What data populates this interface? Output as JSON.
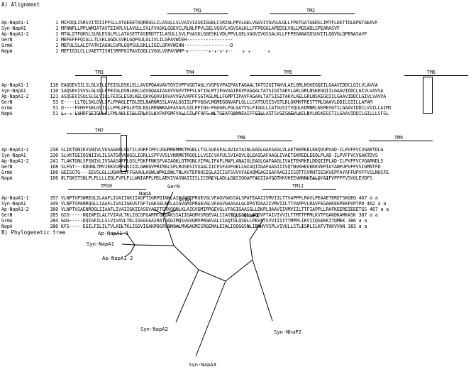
{
  "sections": {
    "alignment": "A) Alignment",
    "tree": "B) Phylogenetic tree"
  },
  "blocks": [
    {
      "tms": [
        "TM1",
        "TM2"
      ],
      "rows": [
        {
          "name": "Ap-NapA1-1",
          "start": "1",
          "seq": "MIFDQLISRSVITDIIPFSLLATAEEETAQRDGSLILASULLSLVAIVIASKIGGELCSRINLPPVLGELVGGVIVGVSULGLLFPETGATAEDSLIMTFLEKTTDLEPGTAEAVF"
        },
        {
          "name": "Syn-NapA1",
          "start": "1",
          "seq": "MFNNPLLPPLWMIATAVTEIAPLVLAVULLSVLFVASKLGGEVCLRLNLPPVLGELVGGVLVGVSALKLLFFPEGGLAPEDSLVQLLMGSADLSPEARASVF"
        },
        {
          "name": "Ap-NapA1-2",
          "start": "1",
          "seq": "MTALQTFQHSLSLNLESGLPLLATASETTASERDTTILASULLSVLFVASKLGGESKLVDLPPVLGELVAGVIVGSSALKLLFFPEGANASDSUVITLQQVGLQPENASAVF"
        },
        {
          "name": "GerN",
          "start": "1",
          "seq": "MEFEFFFQIALLTLSKLAGDLSVRLGQPSULGLIVLILGPAVWIEH-----------------"
        },
        {
          "name": "GrmA",
          "start": "1",
          "seq": "MEFULSLALIFATKIAGHLSVRLGQPSULGKLLIGILGPAVWIHN-----------------D"
        },
        {
          "name": "NapA",
          "start": "1",
          "seq": "MEFIGILCLLVAETTISHISRRFGIPAVIGQLLVGULVGPAVWHP------------------"
        }
      ],
      "cons": "*       * * * *     * *      *"
    },
    {
      "tms": [
        "TM3",
        "TM4",
        "TM5",
        "TM6"
      ],
      "rows": [
        {
          "name": "Ap-NapA1-1",
          "start": "118",
          "seq": "EAQGEVIILSLGLVILLFEIGLDSKLELLAVGPQAAVAVTQVIVPFVGGTAGLYVGFGVPAIPAVFAGAALTATSIGITAKVLAELGRLNSKEGQIILGAAVIDDCLGILVLAVVA"
        },
        {
          "name": "Syn-NapA1",
          "start": "110",
          "seq": "SAQSEVISVSLGLVLLFFEIGLDSNLKELVAVGQAAIAVAVVGVVTPFSLGTIGLMTIFGVAAIPAVFAGAALTATSIGITAKVLAELGRLNSKEGQIILGAAVIDDCLGIVLVAVVA"
        },
        {
          "name": "Ap-NapA1-2",
          "start": "121",
          "seq": "ASQSEVISULSLGLVILLFEIGLESDLKELQAVGQAVIAVAVVGVVAPFFSGTAGLMLLFGMPTIPAVFAGAALTATSIGITAKVLAELGRLNSKEGQIILGAAVIDDCLGIVLVAVVA"
        },
        {
          "name": "GerN",
          "start": "53",
          "seq": "E----LLTQLSKLGVLIFLFMAGLETDLEELNARNRSSLAVALGGIILPFVGGVLMGMEGGNVAFLGLLLCATSUSISVGTLDLGKMKTRESTTMLGAAVLDDILGIILLAFAM"
        },
        {
          "name": "GrmA",
          "start": "51",
          "seq": "Q----FVHVFSELGVILLLFMLAFGLETDLEQLRRNWKAAFAVAVLGILPFIGG-FGUGELFGLGATVSLFIGULLCATSUSITVQULKDMNRLNSRESGTILGAAVIDDCLVVILLAIMI"
        },
        {
          "name": "NapA",
          "start": "51",
          "seq": "L----LVHDFSEIGULLLFMLAVLEIGLERLKSLKVFKPGMFVALLGILPFVFG-WLTGEAFQANNEAIFFGILLATTSVSISVEVLKELNVLNSKEGSTILGAAVIDDILGILLLSFSL"
        }
      ],
      "cons": "** * **   *  *       *   *   *   *         *   *  * ***  *   *       ***  *   * *** *  *"
    },
    {
      "tms": [
        "TM7",
        "TM8",
        "TM9"
      ],
      "rows": [
        {
          "name": "Ap-NapA1-1",
          "start": "238",
          "seq": "SLIKTGNIEVSNIVLVUSAGAFLVGTILVGRFIPFLVGUMNEMMKTRGELLTSLSUFAFALAVIATAINLEAGLGAFAAGLVLAETEKRKELEEQVUPVAD-ILPVFFVCVGARTDLG"
        },
        {
          "name": "Syn-NapA1",
          "start": "230",
          "seq": "SLVKTGEIQSNIIVLILSATGFVVUGSLIGRLLSPFVVSLVNRMKTRGQLLLVSICVAFULSVIAQVLQLEAIGAFAAGLIVAETEKREDLEEQLPLAD-ILPVFFVCVGAKTDVS"
        },
        {
          "name": "Ap-NapA1-2",
          "start": "241",
          "seq": "TLAKTGNLSPSNIVLIVSAASAFFLGSLFGKFFNKSFVAIAQKLQTRGNLVIPALIFAFLMAFLANAIGLEAGLGAFAAGLIVAETEKRKELDDQIIPLAD-ILPVFFVCVGARNDLS"
        },
        {
          "name": "GerN",
          "start": "168",
          "seq": "SLFGT---DDUNLTMVIKKVUFFASIIILGWKGVPRIMALSPLRUSESIVSAALIICFSFAVFGELLGIAQIIGAFAAGIIISQTNVKHEUEKKVEPIAYANFUPVFFVSIGMNTFD"
        },
        {
          "name": "GrmA",
          "start": "166",
          "seq": "GEISGTG---EEVSLGLLUGKKLIFFGAAULAGWLWPKLDWLTNLKVTEPUUSIGLAICIGFSVVVFAEAQMGAGIGAFAAGIIISQTTSVRHTIESKVEPFAYAFFUPVFFVSLNUSFE"
        },
        {
          "name": "NapA",
          "start": "166",
          "seq": "FLTGKSTSNLPLPLLLLEQLFVFLFLLWNIAPPLMSLAEKIVASNAIIISLICGMSYLADLLGSSIGGAFFAGIIAVSQTKKVHEEVHNNVEALGYAIFVPFFFVSVGLEVDFS"
        }
      ],
      "cons": "*                                                    * *   * *       *     *        *  * ***  *"
    },
    {
      "tms": [
        "TM10",
        "TM11"
      ],
      "rows": [
        {
          "name": "Ap-NapA1-1",
          "start": "357",
          "seq": "VLNPTVPSNREGLILAAFLIVAIIGKIIAGFTIGRPDINKLAIGVGMIPRGEVGLVFAGVGASSALSPATEAAIIVMVIILTTVAPPFLRAVLPEAAETERETSKGEG 467 a a"
        },
        {
          "name": "Syn-NapA1",
          "start": "349",
          "seq": "VLNPTSPENRQGLLIAAFLIVAIIGKUSTGFTLGKSELNKLAIGVGMIPRGEVGLVFAGVGAASALGLDPATDAAIIVMVIILTTVAPPVLRAVFEGAKKEEPEKPVPTPD 462 a a"
        },
        {
          "name": "Ap-NapA1-2",
          "start": "360",
          "seq": "VLNPTVSAENRQGLIIAAFLIVAIIGKIIASGVAIFTGTKQQNLKLAIGVGMIPRGEVGLVFAGIGAASGLLDKPLQAAVIIVMVIILTTFIAPPLLRAFKEEREIEEETGS 467 a a"
        },
        {
          "name": "GerN",
          "start": "285",
          "seq": "GIG-----NQIWFILALTVIAVLTKLIGCGFGARMTGFDAKSSAIIGAGMVSRGEVALIIAGTGLSSGLLAQDVFTAIVIVVILTTMTTPPMLKVTFGAKDKAMKASK 387 a a"
        },
        {
          "name": "GrmA",
          "start": "284",
          "seq": "GUG-----DQIGFILLSLVIVAVLTKLIGSGVAAIRATGQGIMQSVGVGMVPRGEVALIIAQTGLQSELLPEVFTSVVIIIITTMPPLIKVIIQSEKKITQMEK 386 a a"
        },
        {
          "name": "NapA",
          "start": "286",
          "seq": "KFS-----EGILFILILTVLAILTKLIGGVIGAKFSSFSSNSALMVGAGMISRGEMALIIALIQQGGSNLIENHVVSPLVIVULLSTLISPLILKFVTKKVVAN 383 a a"
        }
      ],
      "cons": "*           ** *** **  *           * *       *  **              * *"
    }
  ],
  "tree": {
    "leaves": [
      "Ap-NapA1-1",
      "Syn-NapA1",
      "Ap-NapA1-2",
      "NapA",
      "GerN",
      "GrmA",
      "Syn-NhaP1",
      "Syn-NhaP2",
      "Syn-NapA2",
      "Syn-NapA3"
    ]
  }
}
